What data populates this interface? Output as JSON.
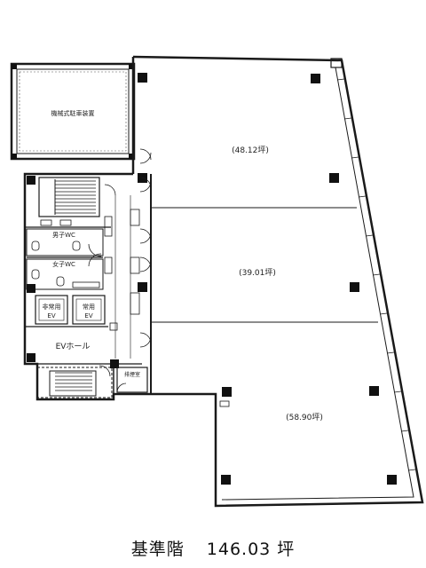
{
  "rooms": {
    "parking": "機械式駐車装置",
    "area_top": "(48.12坪)",
    "area_mid": "(39.01坪)",
    "area_bottom": "(58.90坪)",
    "wc_men": "男子WC",
    "wc_women": "女子WC",
    "ev_emergency_line1": "非常用",
    "ev_emergency_line2": "EV",
    "ev_regular_line1": "常用",
    "ev_regular_line2": "EV",
    "ev_hall": "EVホール",
    "smoke_room": "排煙室"
  },
  "caption": {
    "floor": "基準階",
    "total_area": "146.03 坪"
  },
  "colors": {
    "line": "#1a1a1a",
    "fill": "#111111",
    "background": "#ffffff"
  }
}
